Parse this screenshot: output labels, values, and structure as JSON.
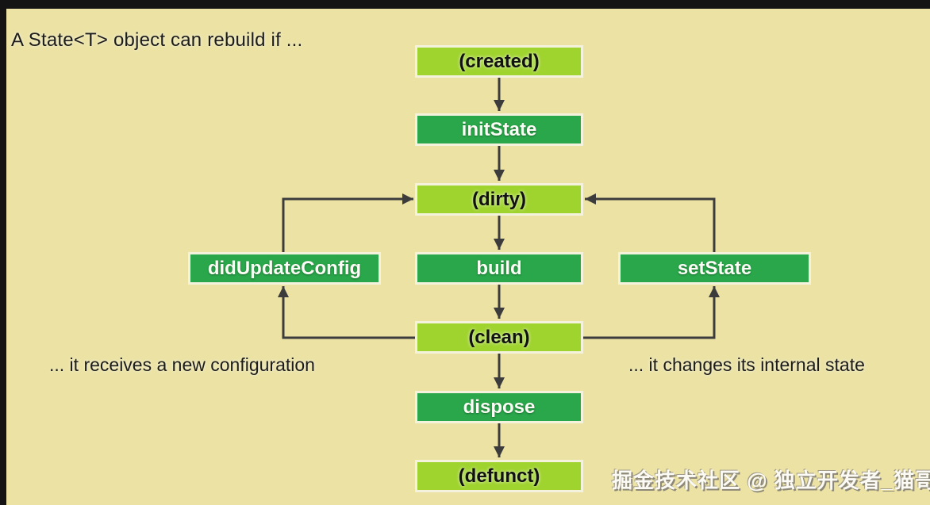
{
  "title": "A State<T> object can rebuild if ...",
  "nodes": {
    "created": {
      "label": "(created)",
      "type": "state"
    },
    "initState": {
      "label": "initState",
      "type": "method"
    },
    "dirty": {
      "label": "(dirty)",
      "type": "state"
    },
    "didUpdateConfig": {
      "label": "didUpdateConfig",
      "type": "method"
    },
    "build": {
      "label": "build",
      "type": "method"
    },
    "setState": {
      "label": "setState",
      "type": "method"
    },
    "clean": {
      "label": "(clean)",
      "type": "state"
    },
    "dispose": {
      "label": "dispose",
      "type": "method"
    },
    "defunct": {
      "label": "(defunct)",
      "type": "state"
    }
  },
  "annotations": {
    "left": "... it receives a new configuration",
    "right": "... it changes its internal state"
  },
  "watermark": "掘金技术社区 @ 独立开发者_猫哥",
  "colors": {
    "background": "#ebe2a4",
    "state_box": "#9fd32d",
    "method_box": "#29a74a",
    "box_border": "#f4f1dc",
    "arrow": "#3c3c3c",
    "edge_bar": "#141414",
    "text_dark": "#1c1c1c",
    "text_light": "#fcfcf6"
  }
}
